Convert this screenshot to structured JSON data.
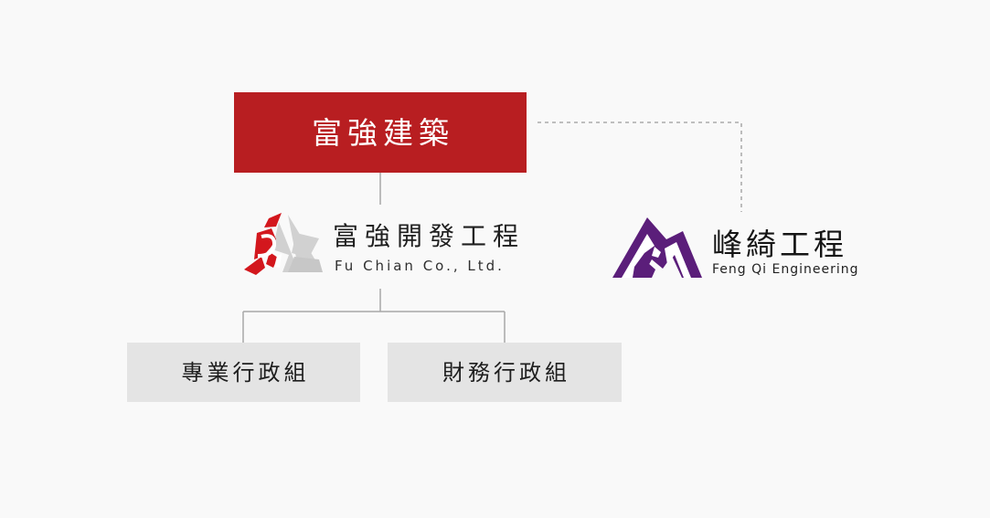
{
  "colors": {
    "background": "#f9f9f9",
    "top_box": "#b81e21",
    "dept_box": "#e4e4e4",
    "connector": "#a8a8a8",
    "dashed_connector": "#9b9b9b",
    "fuchian_red": "#d3171d",
    "fuchian_gray": "#d1d1d1",
    "fengqi_purple": "#5b1e7a"
  },
  "top_company": {
    "label": "富強建築"
  },
  "fuchian": {
    "name_zh": "富強開發工程",
    "name_en": "Fu Chian Co., Ltd.",
    "icon": "fuchian-logo-mark"
  },
  "fengqi": {
    "name_zh": "峰綺工程",
    "name_en": "Feng Qi Engineering",
    "icon": "fengqi-logo-mark"
  },
  "departments": [
    {
      "label": "專業行政組"
    },
    {
      "label": "財務行政組"
    }
  ]
}
